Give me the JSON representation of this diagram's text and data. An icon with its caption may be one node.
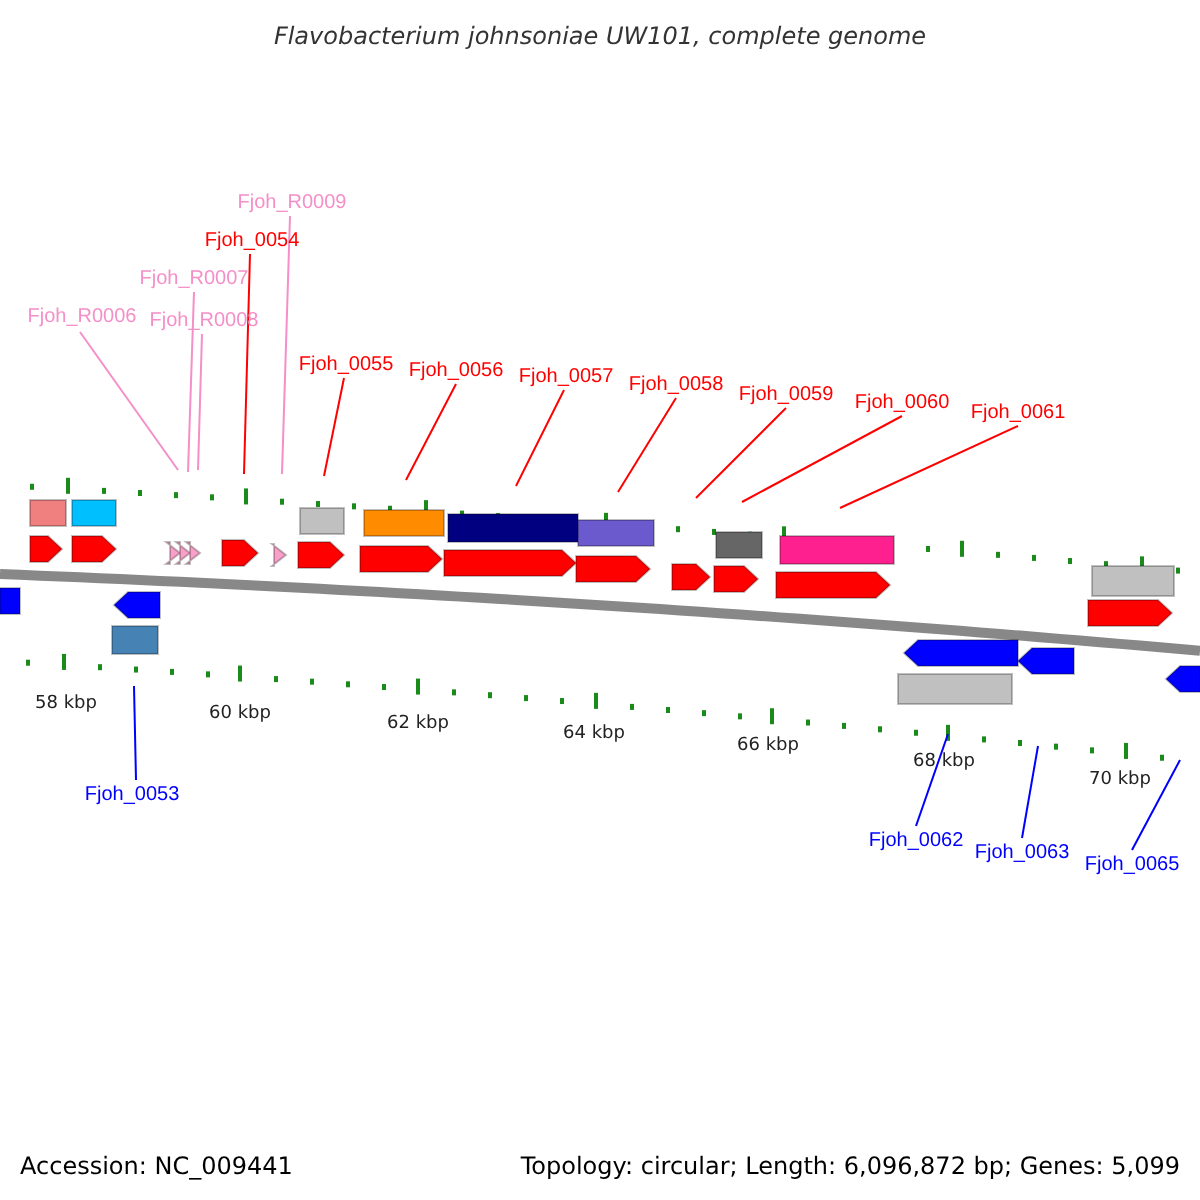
{
  "diagram": {
    "title": "Flavobacterium johnsoniae UW101, complete genome",
    "nodes": [
      {
        "text": [
          "Fjoh_R0009"
        ]
      },
      {
        "text": [
          "Fjoh_0054"
        ]
      },
      {
        "text": [
          "Fjoh_R0007"
        ]
      },
      {
        "text": [
          "Fjoh_R0006"
        ]
      },
      {
        "text": [
          "Fjoh_R0008"
        ]
      },
      {
        "text": [
          "Fjoh_0055"
        ]
      },
      {
        "text": [
          "Fjoh_0056"
        ]
      },
      {
        "text": [
          "Fjoh_0057"
        ]
      },
      {
        "text": [
          "Fjoh_0058"
        ]
      },
      {
        "text": [
          "Fjoh_0059"
        ]
      },
      {
        "text": [
          "Fjoh_0060"
        ]
      },
      {
        "text": [
          "Fjoh_0061"
        ]
      },
      {
        "text": [
          "Fjoh_0053"
        ]
      },
      {
        "text": [
          "Fjoh_0062"
        ]
      },
      {
        "text": [
          "Fjoh_0063"
        ]
      },
      {
        "text": [
          "Fjoh_0065"
        ]
      }
    ],
    "edges": [
      {
        "from": 0,
        "to": null,
        "arrow": "none",
        "color": "#f48fc8"
      },
      {
        "from": 1,
        "to": null,
        "arrow": "none"
      },
      {
        "from": 2,
        "to": null,
        "arrow": "none",
        "color": "#f48fc8"
      },
      {
        "from": 3,
        "to": null,
        "arrow": "none",
        "color": "#f48fc8"
      },
      {
        "from": 4,
        "to": null,
        "arrow": "none",
        "color": "#f48fc8"
      },
      {
        "from": 5,
        "to": null,
        "arrow": "none"
      },
      {
        "from": 6,
        "to": null,
        "arrow": "none"
      },
      {
        "from": 7,
        "to": null,
        "arrow": "none"
      },
      {
        "from": 8,
        "to": null,
        "arrow": "none"
      },
      {
        "from": 9,
        "to": null,
        "arrow": "none"
      },
      {
        "from": 10,
        "to": null,
        "arrow": "none"
      },
      {
        "from": 11,
        "to": null,
        "arrow": "none"
      },
      {
        "from": 12,
        "to": null,
        "arrow": "none",
        "color": "#0000ff"
      },
      {
        "from": 13,
        "to": null,
        "arrow": "none",
        "color": "#0000ff"
      },
      {
        "from": 14,
        "to": null,
        "arrow": "none",
        "color": "#0000ff"
      },
      {
        "from": 15,
        "to": null,
        "arrow": "none",
        "color": "#0000ff"
      }
    ],
    "labels": [
      "58 kbp",
      "60 kbp",
      "62 kbp",
      "64 kbp",
      "66 kbp",
      "68 kbp",
      "70 kbp",
      "Accession: NC_009441",
      "Topology: circular; Length: 6,096,872 bp; Genes: 5,099"
    ]
  }
}
